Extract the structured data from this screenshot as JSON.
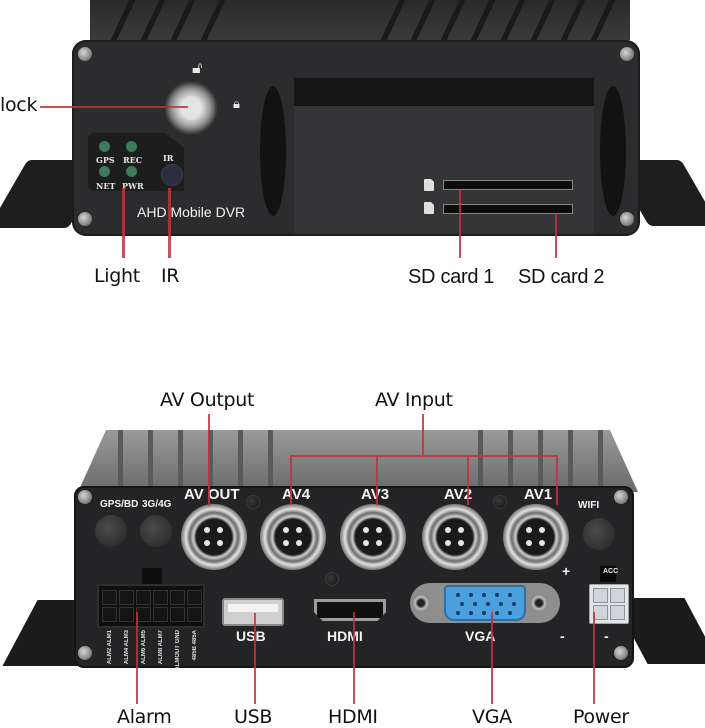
{
  "front_view": {
    "device_brand_text": "AHD Mobile DVR",
    "led_indicators": [
      {
        "label": "GPS",
        "color": "#3e7a5c"
      },
      {
        "label": "REC",
        "color": "#3e7a5c"
      },
      {
        "label": "NET",
        "color": "#3e7a5c"
      },
      {
        "label": "PWR",
        "color": "#3e7a5c"
      }
    ],
    "ir_label": "IR",
    "lock_icons": [
      "unlock-icon",
      "lock-icon"
    ],
    "sd_slot_icons": [
      "sd-card-icon",
      "sd-card-icon"
    ],
    "callouts": {
      "lock": "lock",
      "light": "Light",
      "ir": "IR",
      "sd_card_1": "SD card 1",
      "sd_card_2": "SD card 2"
    }
  },
  "rear_view": {
    "port_labels": {
      "gps": "GPS/BD",
      "cellular": "3G/4G",
      "av_out": "AV OUT",
      "av4": "AV4",
      "av3": "AV3",
      "av2": "AV2",
      "av1": "AV1",
      "wifi": "WIFI",
      "usb": "USB",
      "hdmi": "HDMI",
      "vga": "VGA",
      "acc": "ACC",
      "plus": "+",
      "minus_left": "-",
      "minus_right": "-"
    },
    "alarm_pin_labels": [
      "ALM2 ALM1",
      "ALM4 ALM3",
      "ALM6 ALM5",
      "ALM8 ALM7",
      "ALMOUT GND",
      "485B 485A"
    ],
    "callouts": {
      "av_output": "AV Output",
      "av_input": "AV Input",
      "alarm": "Alarm",
      "usb": "USB",
      "hdmi": "HDMI",
      "vga": "VGA",
      "power": "Power"
    }
  },
  "colors": {
    "callout_line": "#c0323a",
    "device_body": "#2c2c2e",
    "vga_port": "#4a9fdc",
    "led_green": "#3e7a5c"
  }
}
